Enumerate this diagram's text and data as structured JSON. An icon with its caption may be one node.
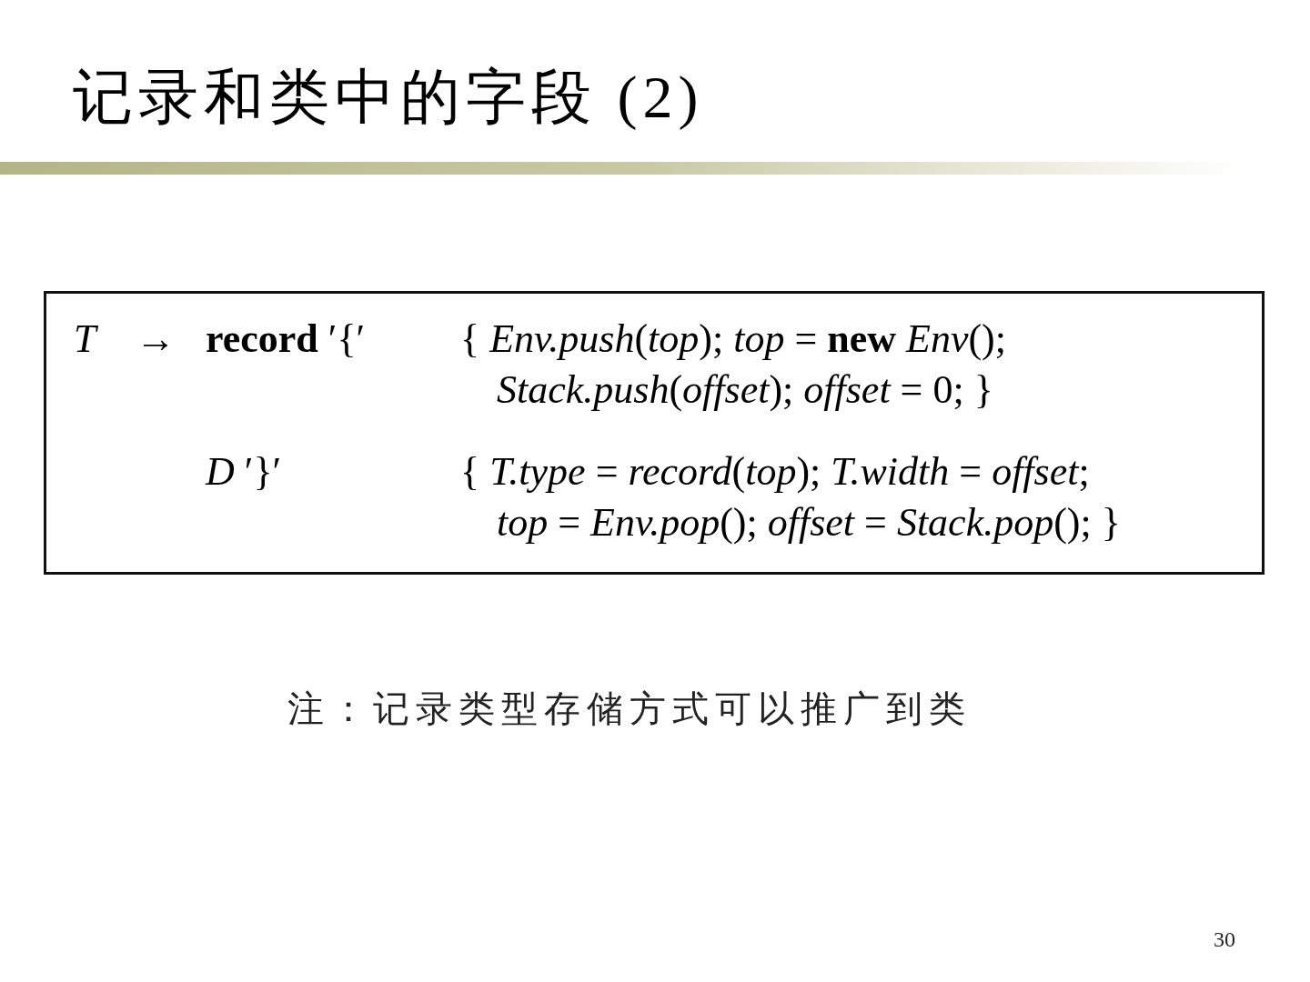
{
  "diagram": {
    "title": "记录和类中的字段 (2)",
    "nodes": [
      {
        "text": [
          "T",
          "→",
          "**record** ′{′",
          "{ *Env.push*(*top*); *top* = **new** *Env*(); *Stack.push*(*offset*); *offset* = 0; }",
          "*D* ′}′",
          "{ *T.type* = *record*(*top*); *T.width* = *offset*; *top* = *Env.pop*(); *offset* = *Stack.pop*(); }"
        ]
      }
    ],
    "labels": [
      "注：记录类型存储方式可以推广到类",
      "30"
    ]
  }
}
